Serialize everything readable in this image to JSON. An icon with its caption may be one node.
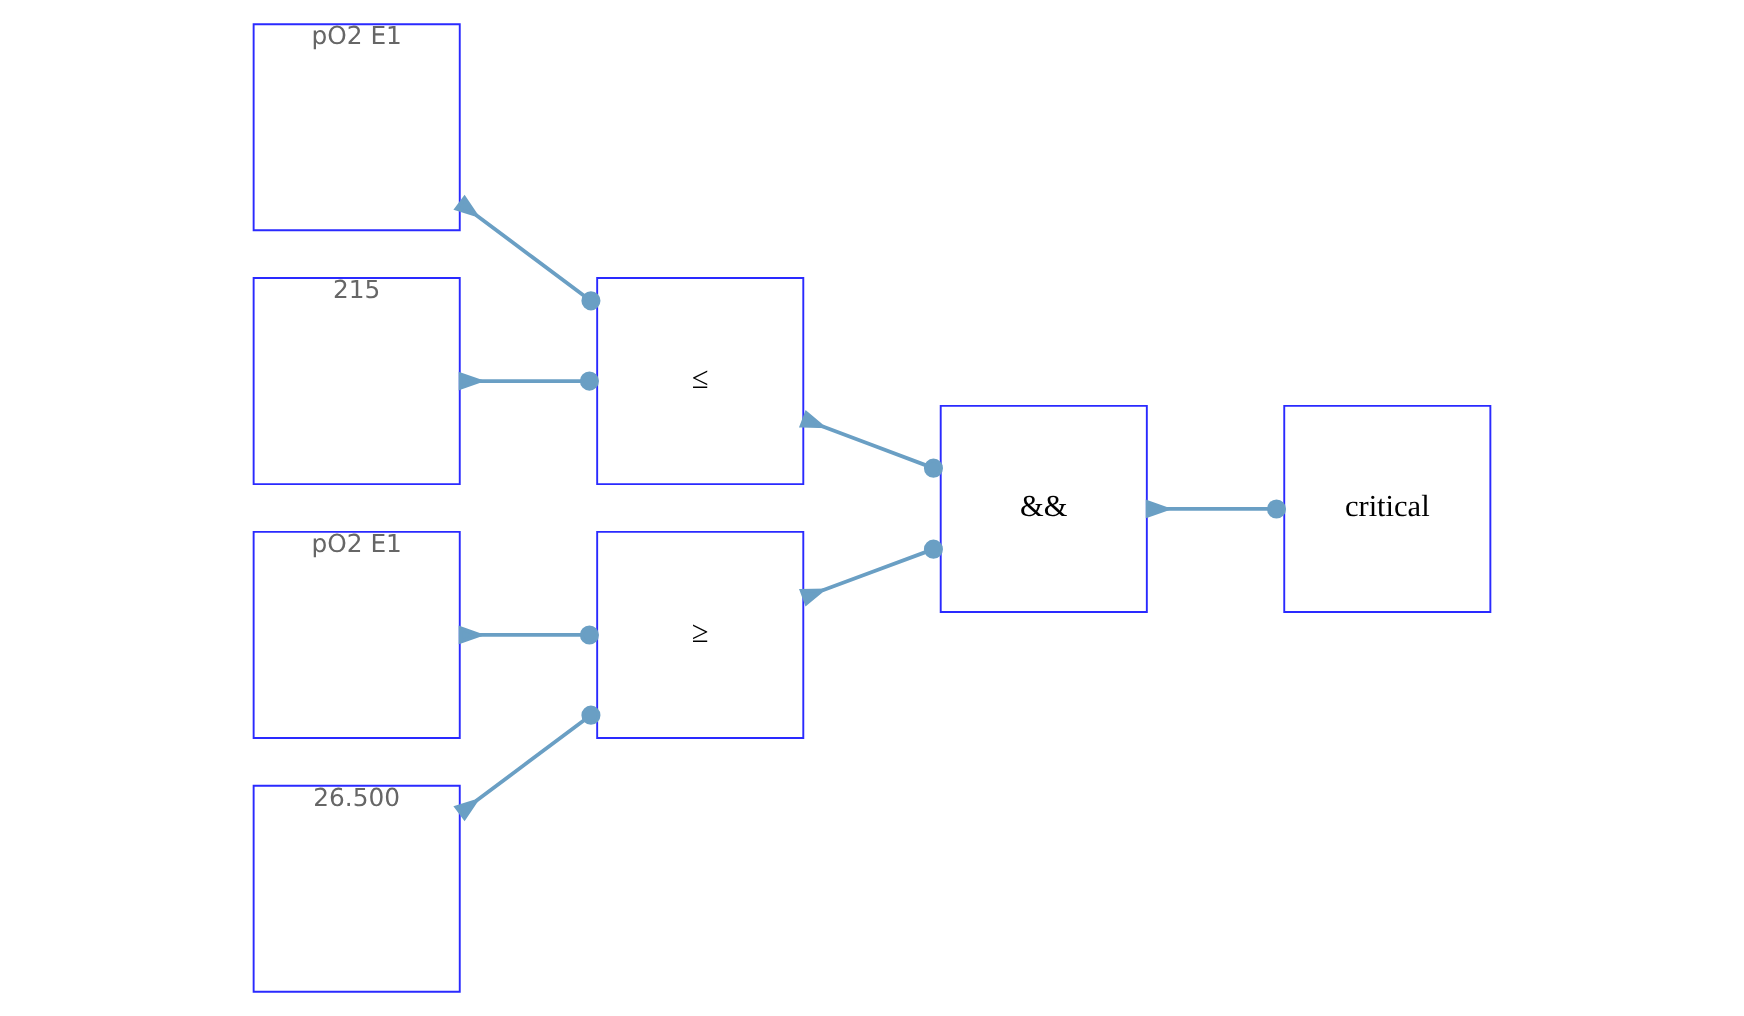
{
  "diagram": {
    "nodes": [
      {
        "text": [
          "pO2 E1"
        ]
      },
      {
        "text": [
          "215"
        ]
      },
      {
        "text": [
          "≤"
        ]
      },
      {
        "text": [
          "pO2 E1"
        ]
      },
      {
        "text": [
          "26.500"
        ]
      },
      {
        "text": [
          "≥"
        ]
      },
      {
        "text": [
          "&&"
        ]
      },
      {
        "text": [
          "critical"
        ]
      }
    ],
    "edges": [
      {
        "from": 0,
        "to": 2,
        "arrow": "other"
      },
      {
        "from": 1,
        "to": 2,
        "arrow": "other"
      },
      {
        "from": 3,
        "to": 5,
        "arrow": "other"
      },
      {
        "from": 4,
        "to": 5,
        "arrow": "other"
      },
      {
        "from": 2,
        "to": 6,
        "arrow": "other"
      },
      {
        "from": 5,
        "to": 6,
        "arrow": "other"
      },
      {
        "from": 6,
        "to": 7,
        "arrow": "other"
      }
    ]
  }
}
